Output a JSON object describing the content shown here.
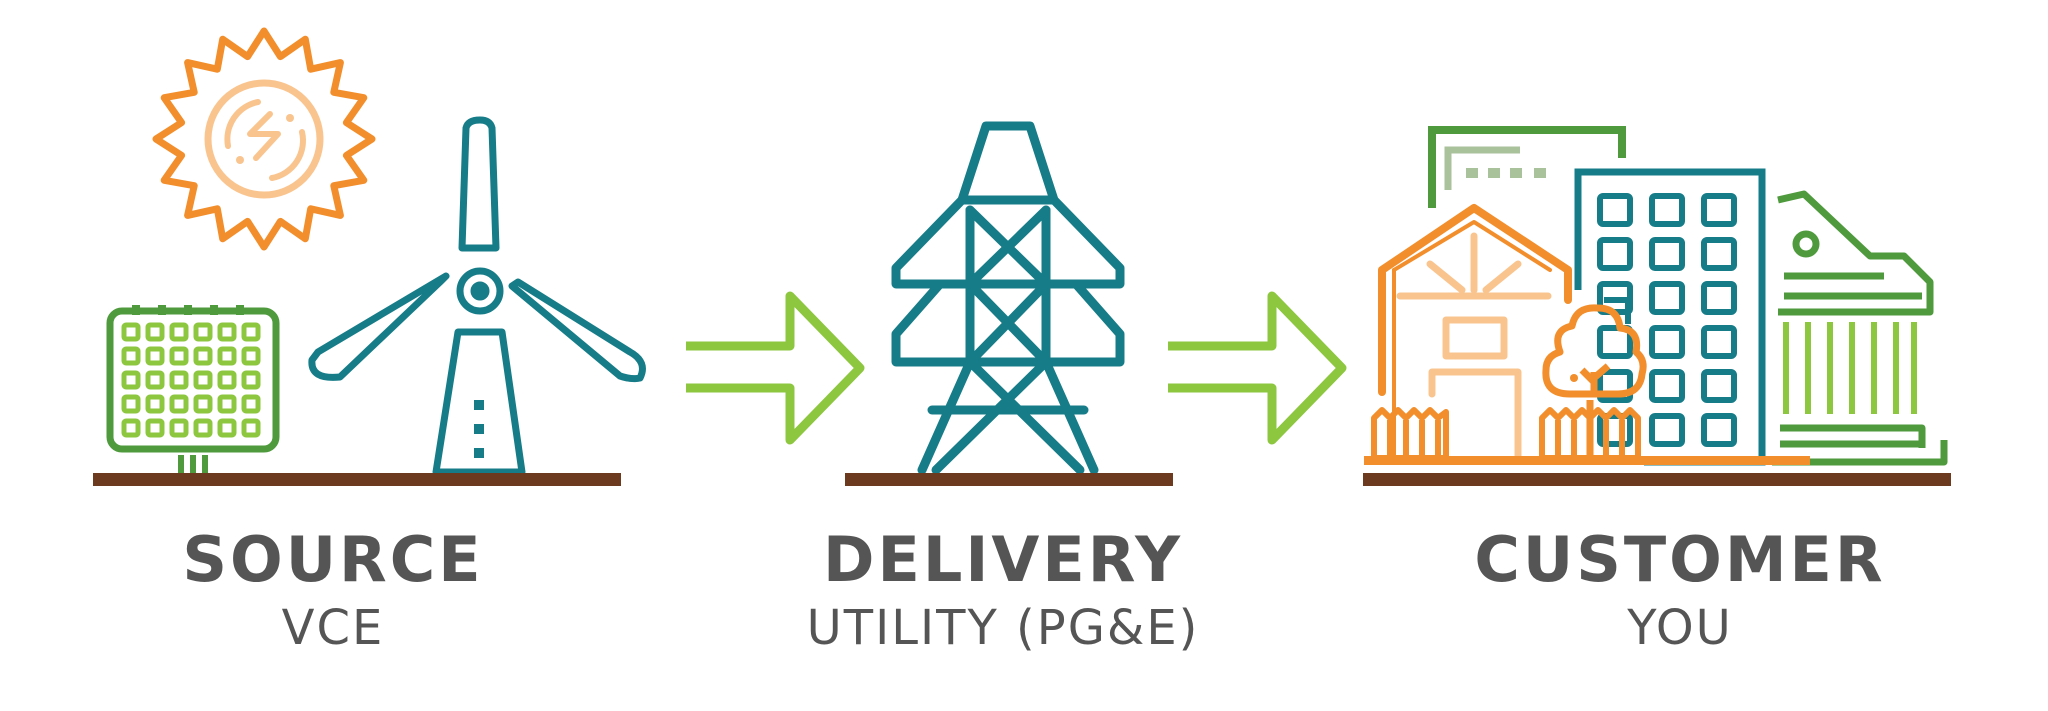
{
  "colors": {
    "orange": "#F28E2B",
    "peach": "#F9C48E",
    "teal": "#167C88",
    "dark_green": "#4E9A3D",
    "light_green": "#8DC63F",
    "sage": "#A9C29B",
    "brown": "#6B3A1F",
    "text_gray": "#555555"
  },
  "stages": [
    {
      "title": "SOURCE",
      "subtitle": "VCE",
      "icons": [
        "sun-icon",
        "solar-panel-icon",
        "wind-turbine-icon"
      ]
    },
    {
      "title": "DELIVERY",
      "subtitle": "UTILITY (PG&E)",
      "icons": [
        "transmission-tower-icon"
      ]
    },
    {
      "title": "CUSTOMER",
      "subtitle": "YOU",
      "icons": [
        "house-icon",
        "tree-icon",
        "office-building-icon",
        "civic-building-icon"
      ]
    }
  ],
  "connectors": [
    "arrow-icon",
    "arrow-icon"
  ]
}
